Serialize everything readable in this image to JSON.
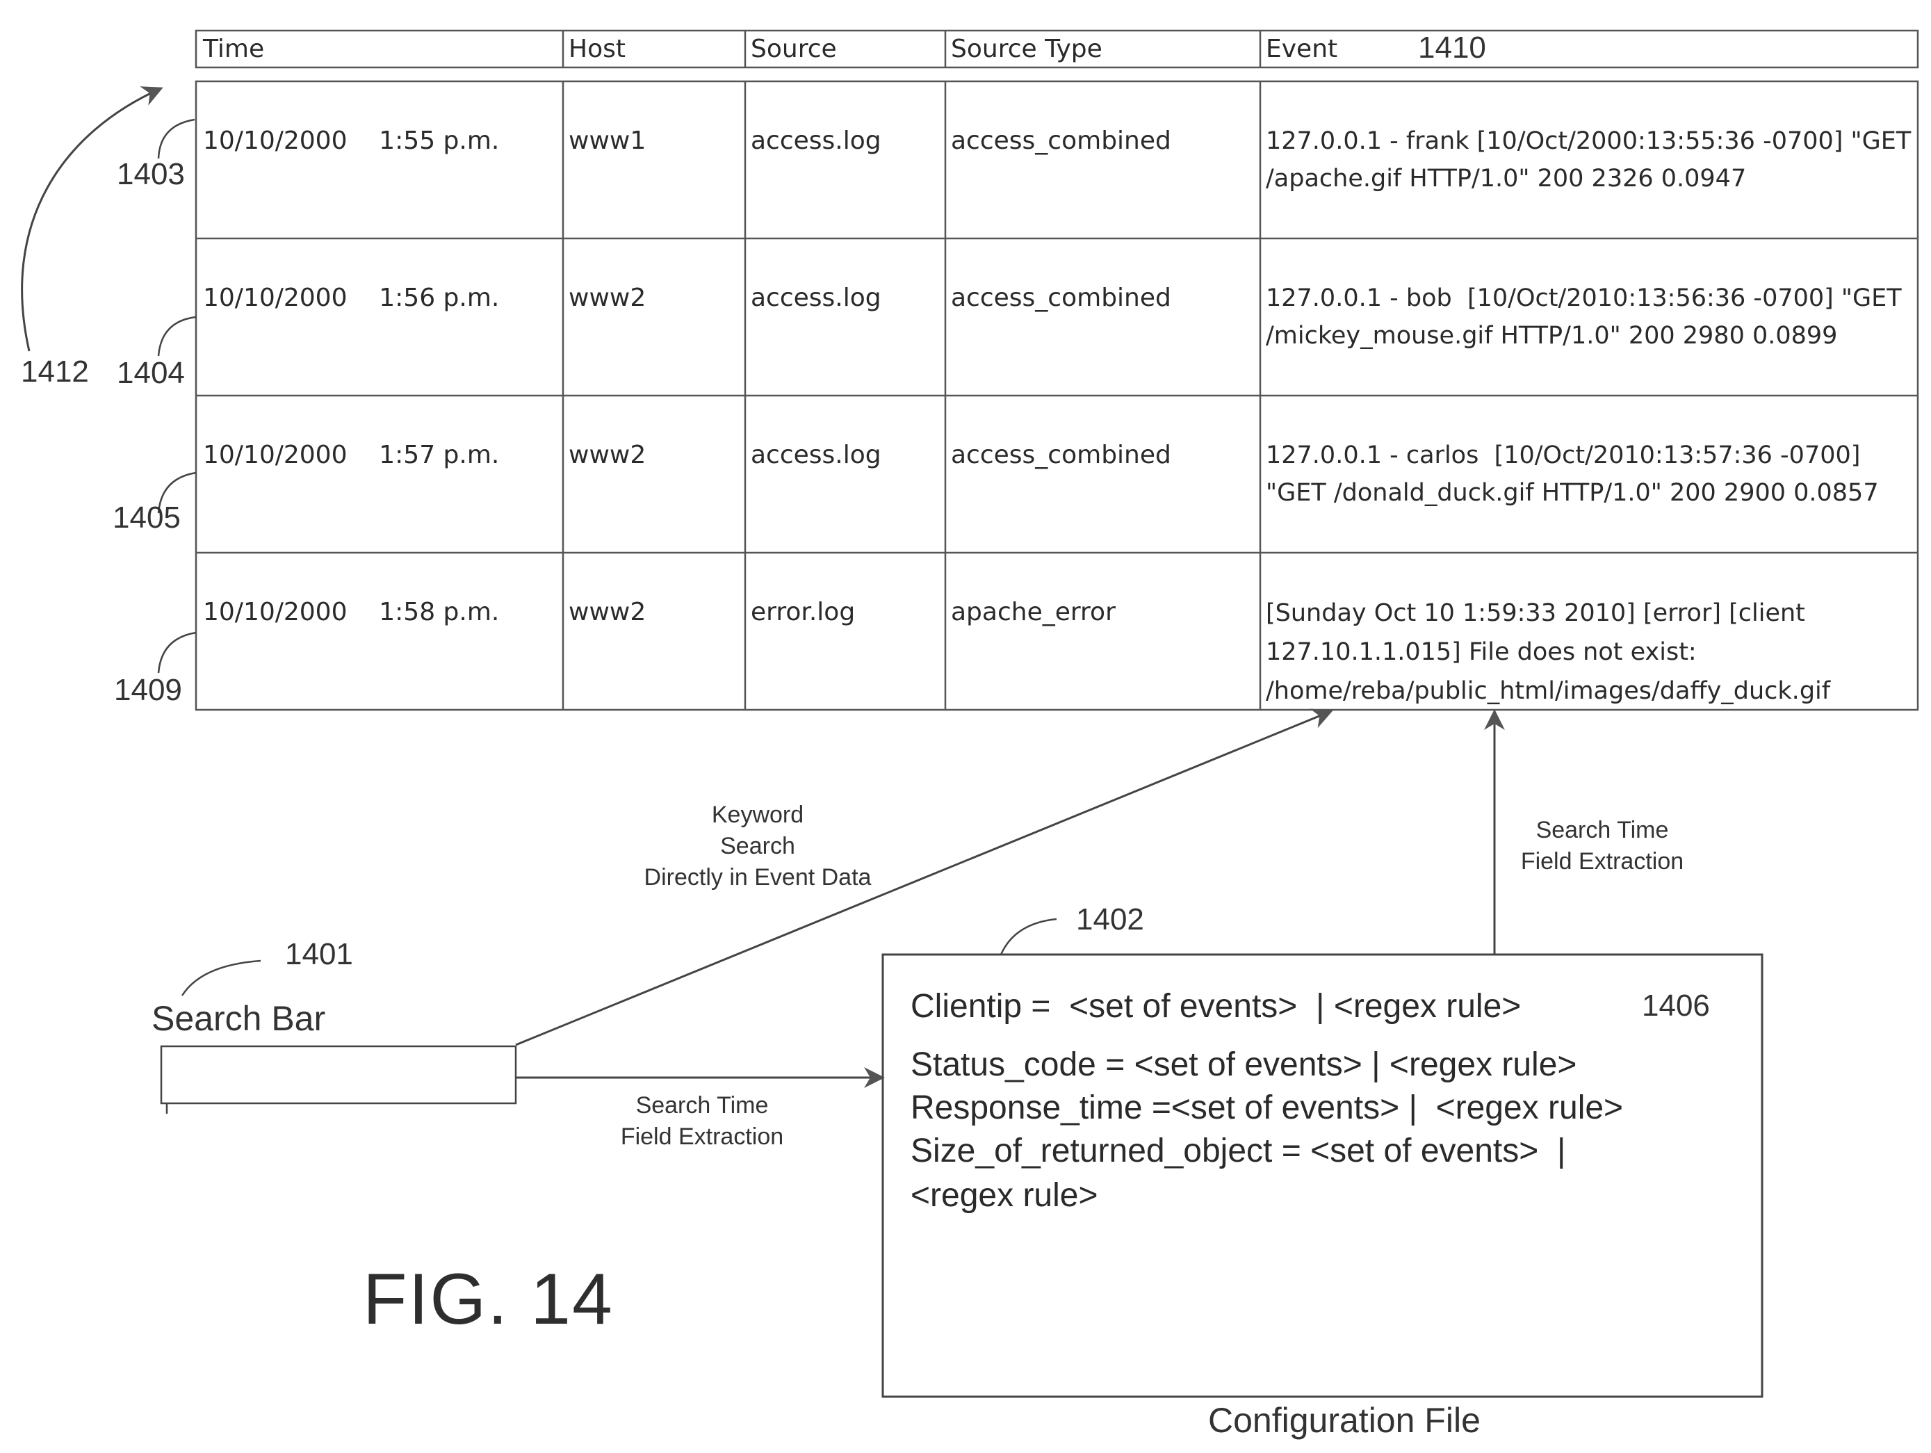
{
  "table": {
    "ref_header": "1410",
    "columns": [
      "Time",
      "Host",
      "Source",
      "Source Type",
      "Event"
    ],
    "rows": [
      {
        "ref": "1403",
        "time": "10/10/2000    1:55 p.m.",
        "host": "www1",
        "source": "access.log",
        "source_type": "access_combined",
        "event": "127.0.0.1 - frank [10/Oct/2000:13:55:36 -0700] \"GET /apache.gif HTTP/1.0\" 200 2326 0.0947"
      },
      {
        "ref": "1404",
        "time": "10/10/2000    1:56 p.m.",
        "host": "www2",
        "source": "access.log",
        "source_type": "access_combined",
        "event": "127.0.0.1 - bob  [10/Oct/2010:13:56:36 -0700] \"GET /mickey_mouse.gif HTTP/1.0\" 200 2980 0.0899"
      },
      {
        "ref": "1405",
        "time": "10/10/2000    1:57 p.m.",
        "host": "www2",
        "source": "access.log",
        "source_type": "access_combined",
        "event": "127.0.0.1 - carlos  [10/Oct/2010:13:57:36 -0700] \"GET /donald_duck.gif HTTP/1.0\" 200 2900 0.0857"
      },
      {
        "ref": "1409",
        "time": "10/10/2000    1:58 p.m.",
        "host": "www2",
        "source": "error.log",
        "source_type": "apache_error",
        "event": "[Sunday Oct 10 1:59:33 2010] [error] [client 127.10.1.1.015] File does not exist: /home/reba/public_html/images/daffy_duck.gif"
      }
    ]
  },
  "labels": {
    "rows_ref": "1412",
    "search_bar_ref": "1401",
    "search_bar": "Search Bar",
    "keyword_search": [
      "Keyword",
      "Search",
      "Directly in Event Data"
    ],
    "search_time_bottom": [
      "Search Time",
      "Field Extraction"
    ],
    "search_time_right": [
      "Search Time",
      "Field Extraction"
    ],
    "config_ref": "1402",
    "config_caption": "Configuration File",
    "figure": "FIG. 14"
  },
  "config": {
    "ref_rule": "1406",
    "lines": [
      "Clientip =  <set of events>  | <regex rule>",
      "Status_code = <set of events> | <regex rule>",
      "Response_time =<set of events> |  <regex rule>",
      "Size_of_returned_object = <set of events>  |",
      "<regex rule>"
    ]
  }
}
